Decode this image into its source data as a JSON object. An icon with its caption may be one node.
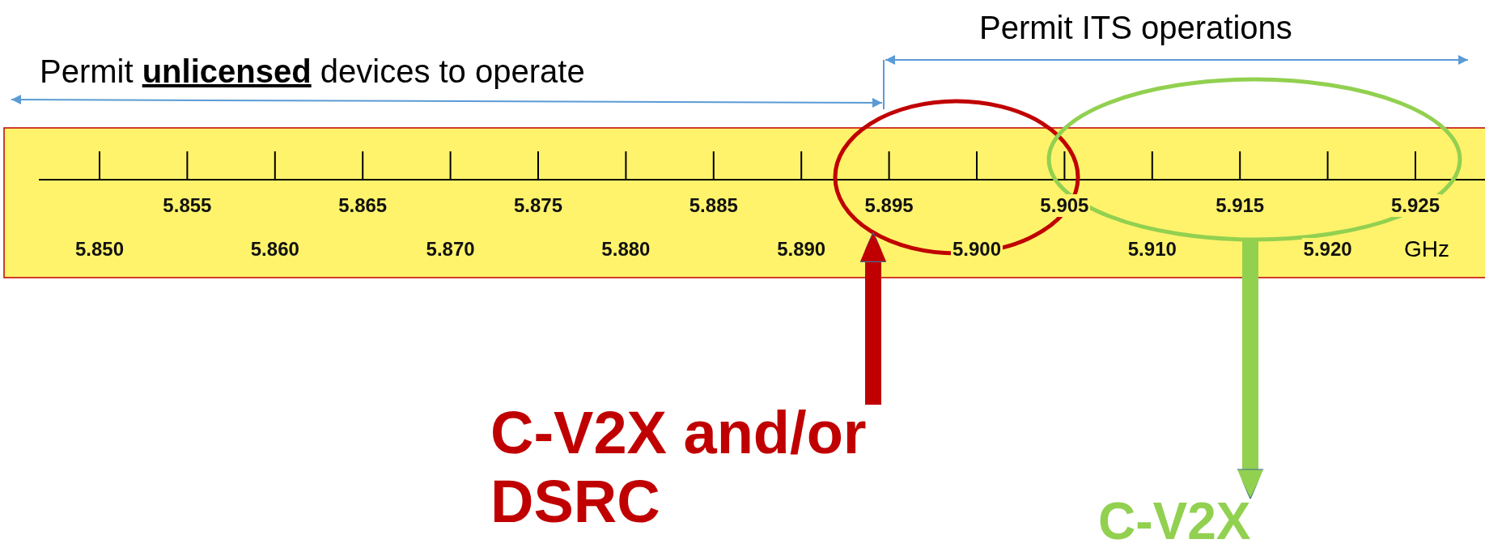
{
  "diagram": {
    "nodes": [
      {
        "text": [],
        "shape": "circle"
      },
      {
        "text": [],
        "shape": "circle"
      },
      {
        "text": [
          "C-V2X and/or DSRC"
        ]
      },
      {
        "text": [
          "C-V2X"
        ]
      }
    ],
    "edges": [
      {
        "from": 2,
        "to": 0,
        "arrow": "to",
        "color": "#c00000"
      },
      {
        "from": 1,
        "to": 3,
        "arrow": "to",
        "color": "#92d050"
      }
    ],
    "labels": [
      "Permit ITS operations",
      "Permit **unlicensed** devices to operate",
      "5.855",
      "5.865",
      "5.875",
      "5.885",
      "5.895",
      "5.905",
      "5.915",
      "5.925",
      "5.850",
      "5.860",
      "5.870",
      "5.880",
      "5.890",
      "5.900",
      "5.910",
      "5.920",
      "GHz"
    ]
  }
}
